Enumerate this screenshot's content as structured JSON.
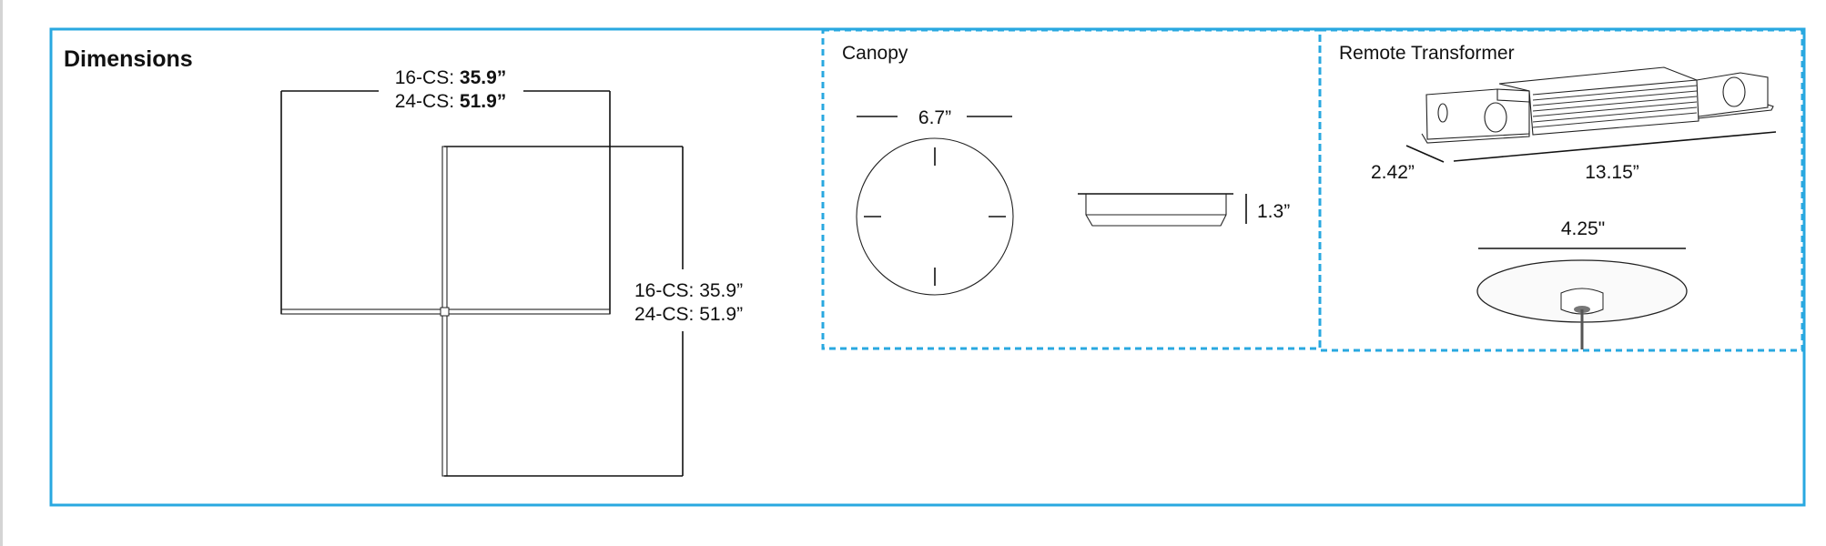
{
  "colors": {
    "frame": "#29a8e0",
    "line": "#111111"
  },
  "dimensions": {
    "title": "Dimensions",
    "width_label": {
      "line1_prefix": "16-CS: ",
      "line1_value": "35.9”",
      "line2_prefix": "24-CS: ",
      "line2_value": "51.9”"
    },
    "height_label": {
      "line1": "16-CS: 35.9”",
      "line2": "24-CS: 51.9”"
    }
  },
  "canopy": {
    "title": "Canopy",
    "diameter": "6.7”",
    "height": "1.3”"
  },
  "remote_transformer": {
    "title": "Remote Transformer",
    "depth": "2.42”",
    "length": "13.15”",
    "plate_diameter": "4.25\""
  }
}
